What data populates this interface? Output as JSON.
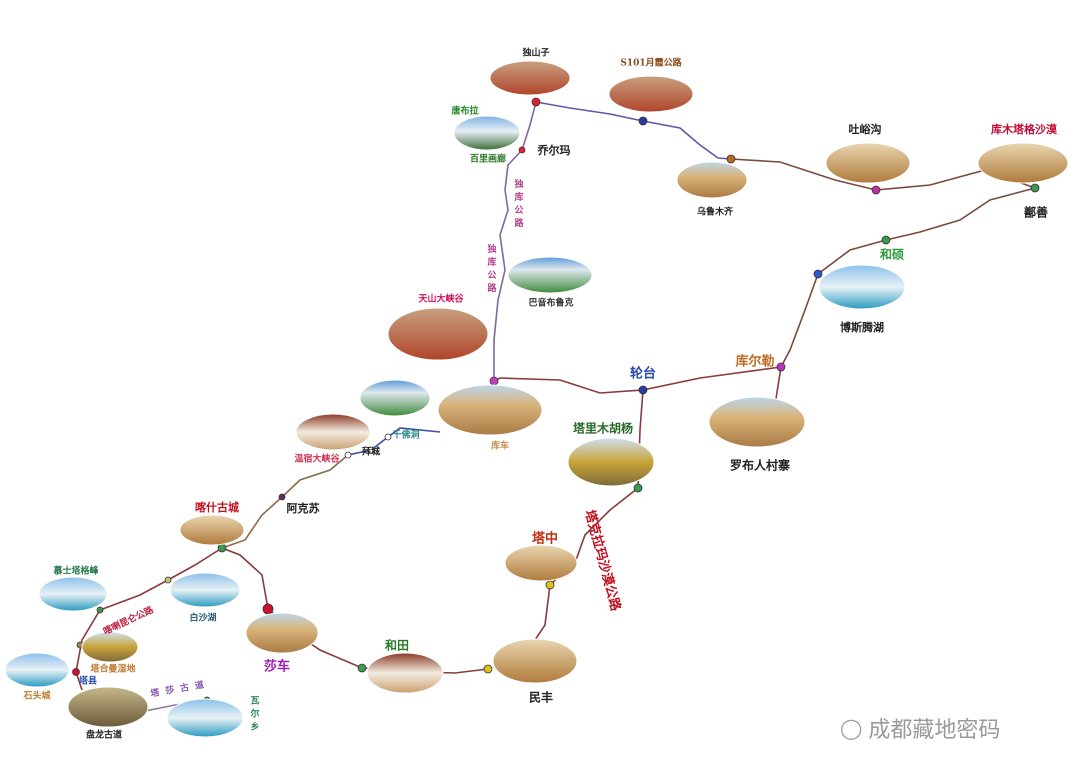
{
  "places": {
    "dushanzi": "独山子",
    "s101": "S101月霞公路",
    "tangbula": "唐布拉",
    "baili": "百里画廊",
    "qiaoerma": "乔尔玛",
    "duku1": "独库公路",
    "duku2": "独库公路",
    "bayinbuluke": "巴音布鲁克",
    "tianshan": "天山大峡谷",
    "urumqi": "乌鲁木齐",
    "tuyugou": "吐峪沟",
    "kumtag": "库木塔格沙漠",
    "shanshan": "鄯善",
    "heshuo": "和硕",
    "bosten": "博斯腾湖",
    "korla": "库尔勒",
    "luntai": "轮台",
    "lopnur": "罗布人村寨",
    "tarim": "塔里木胡杨",
    "kuqa": "库车",
    "desert_road": "塔克拉玛沙漠公路",
    "tazhong": "塔中",
    "minfeng": "民丰",
    "hotan": "和田",
    "shache": "莎车",
    "kashgar": "喀什古城",
    "aksu": "阿克苏",
    "wensu": "温宿大峡谷",
    "baicheng": "拜城",
    "qianfodong": "千佛洞",
    "muztagh": "慕士塔格峰",
    "baishahu": "白沙湖",
    "karakoram": "喀喇昆仑公路",
    "tahman": "塔合曼湿地",
    "shitoucheng": "石头城",
    "taxian": "塔县",
    "panlong": "盘龙古道",
    "tasha": "塔莎古道",
    "waer": "瓦尔乡"
  },
  "watermark": "成都藏地密码",
  "colors": {
    "route_main": "#8a3b3b",
    "route_north": "#5a5aa8",
    "route_purple": "#7a6aa0",
    "route_blue": "#3b4ea8"
  }
}
